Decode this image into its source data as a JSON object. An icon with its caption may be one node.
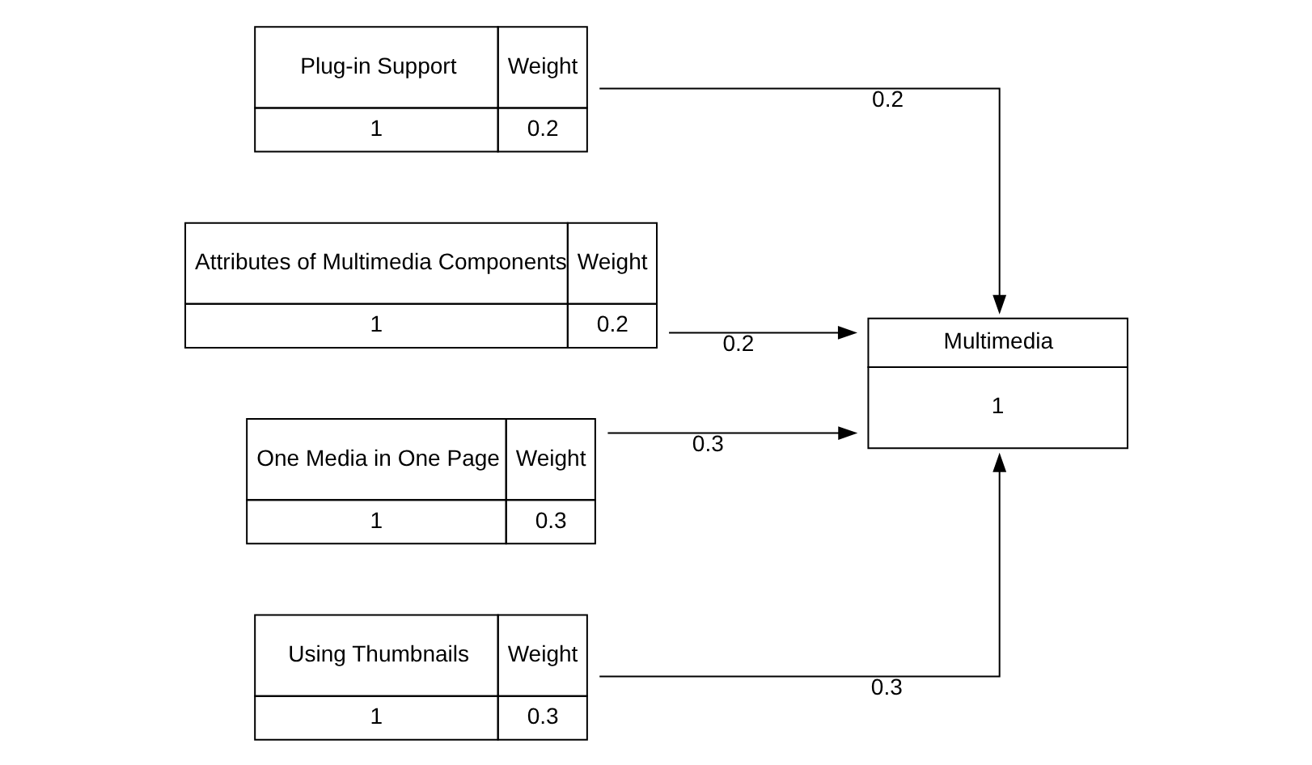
{
  "diagram": {
    "nodes": [
      {
        "text": [
          "Plug-in Support",
          "Weight",
          "1",
          "0.2"
        ]
      },
      {
        "text": [
          "Attributes of Multimedia Components",
          "Weight",
          "1",
          "0.2"
        ]
      },
      {
        "text": [
          "One Media in One Page",
          "Weight",
          "1",
          "0.3"
        ]
      },
      {
        "text": [
          "Using Thumbnails",
          "Weight",
          "1",
          "0.3"
        ]
      },
      {
        "text": [
          "Multimedia",
          "1"
        ]
      }
    ],
    "edges": [
      {
        "from": 0,
        "to": 4,
        "arrow": "to",
        "label": "0.2"
      },
      {
        "from": 1,
        "to": 4,
        "arrow": "to",
        "label": "0.2"
      },
      {
        "from": 2,
        "to": 4,
        "arrow": "to",
        "label": "0.3"
      },
      {
        "from": 3,
        "to": 4,
        "arrow": "to",
        "label": "0.3"
      }
    ]
  }
}
